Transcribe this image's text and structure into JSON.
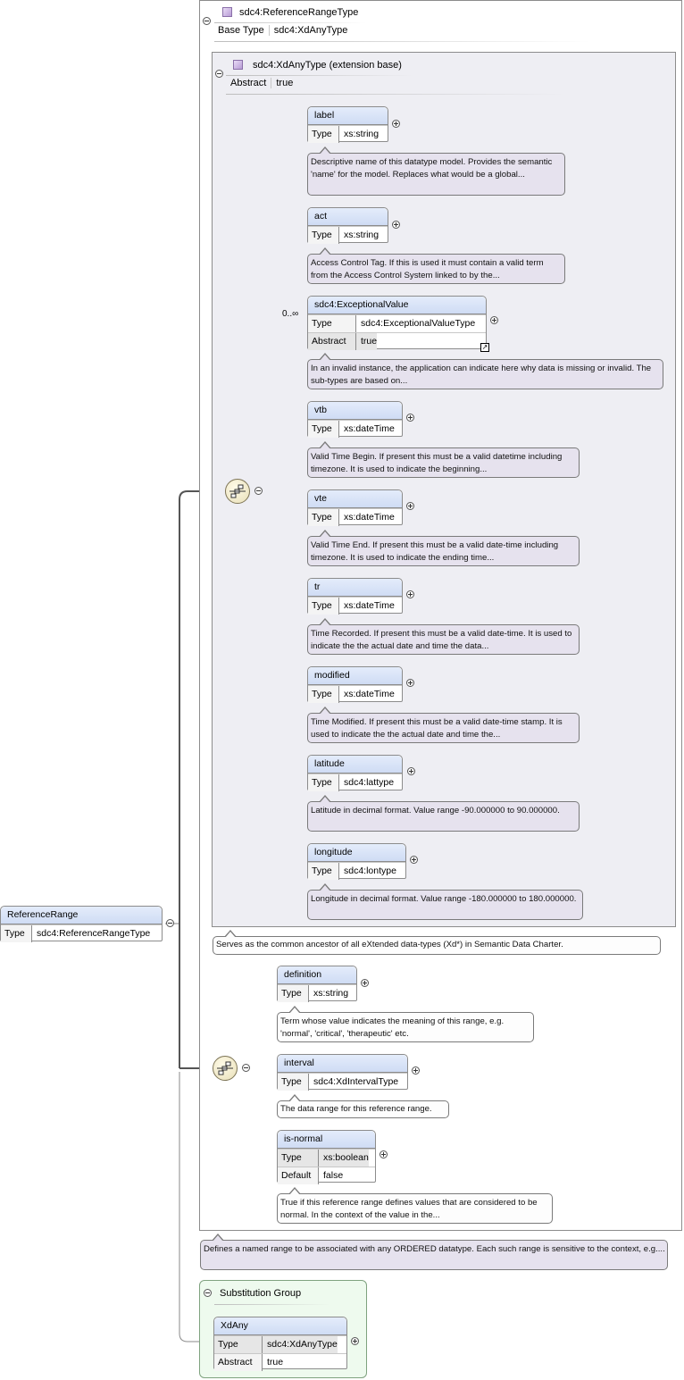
{
  "root_element": {
    "name": "ReferenceRange",
    "type_key": "Type",
    "type_value": "sdc4:ReferenceRangeType"
  },
  "complex_type": {
    "name": "sdc4:ReferenceRangeType",
    "base_key": "Base Type",
    "base_value": "sdc4:XdAnyType"
  },
  "extension_base": {
    "name": "sdc4:XdAnyType (extension base)",
    "abstract_key": "Abstract",
    "abstract_value": "true"
  },
  "base_elements": [
    {
      "name": "label",
      "type_key": "Type",
      "type_value": "xs:string",
      "doc": "Descriptive name of this datatype model. Provides the semantic 'name' for the model. Replaces what would be a global..."
    },
    {
      "name": "act",
      "type_key": "Type",
      "type_value": "xs:string",
      "doc": "Access Control Tag. If this is used it must contain a valid term from the Access Control System linked to by the..."
    },
    {
      "name": "sdc4:ExceptionalValue",
      "type_key": "Type",
      "type_value": "sdc4:ExceptionalValueType",
      "abstract_key": "Abstract",
      "abstract_value": "true",
      "occurs": "0..∞",
      "doc": "In an invalid instance, the application can indicate here why data is missing or invalid. The sub-types are based on..."
    },
    {
      "name": "vtb",
      "type_key": "Type",
      "type_value": "xs:dateTime",
      "doc": "Valid Time Begin. If present this must be a valid datetime including timezone. It is used to indicate the beginning..."
    },
    {
      "name": "vte",
      "type_key": "Type",
      "type_value": "xs:dateTime",
      "doc": "Valid Time End. If present this must be a valid date-time including timezone. It is used to indicate the ending time..."
    },
    {
      "name": "tr",
      "type_key": "Type",
      "type_value": "xs:dateTime",
      "doc": "Time Recorded. If present this must be a valid date-time. It is used to indicate the the actual date and time the data..."
    },
    {
      "name": "modified",
      "type_key": "Type",
      "type_value": "xs:dateTime",
      "doc": "Time Modified. If present this must be a valid date-time stamp. It is used to indicate the the actual date and time the..."
    },
    {
      "name": "latitude",
      "type_key": "Type",
      "type_value": "sdc4:lattype",
      "doc": "Latitude in decimal format. Value range -90.000000 to 90.000000."
    },
    {
      "name": "longitude",
      "type_key": "Type",
      "type_value": "sdc4:lontype",
      "doc": "Longitude in decimal format. Value range -180.000000 to 180.000000."
    }
  ],
  "extension_base_doc": "Serves as the common ancestor of all eXtended data-types (Xd*) in Semantic Data Charter.",
  "ext_elements": [
    {
      "name": "definition",
      "type_key": "Type",
      "type_value": "xs:string",
      "doc": "Term whose value indicates the meaning of this range, e.g. 'normal', 'critical', 'therapeutic' etc."
    },
    {
      "name": "interval",
      "type_key": "Type",
      "type_value": "sdc4:XdIntervalType",
      "doc": "The data range for this reference range."
    },
    {
      "name": "is-normal",
      "type_key": "Type",
      "type_value": "xs:boolean",
      "default_key": "Default",
      "default_value": "false",
      "doc": "True if this reference range defines values that are considered to be normal. In the context of the value in the..."
    }
  ],
  "complex_type_doc": "Defines a named range to be associated with any ORDERED datatype. Each such range is sensitive to the context, e.g....",
  "substitution_group": {
    "label": "Substitution Group",
    "element": {
      "name": "XdAny",
      "type_key": "Type",
      "type_value": "sdc4:XdAnyType",
      "abstract_key": "Abstract",
      "abstract_value": "true"
    }
  }
}
